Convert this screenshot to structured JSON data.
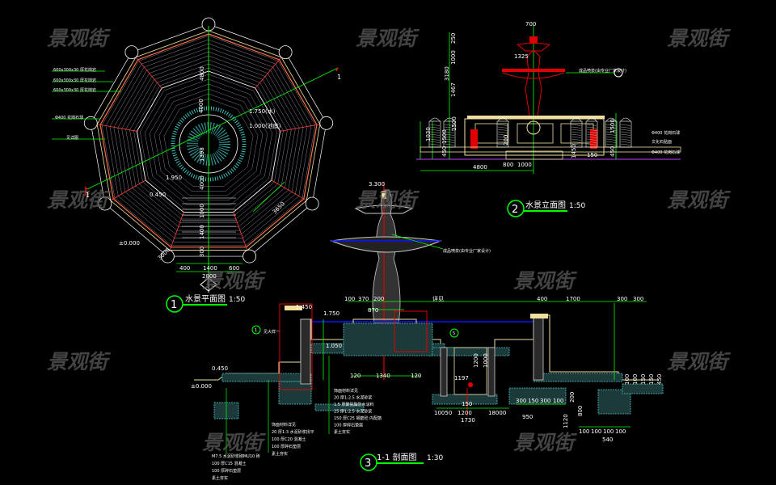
{
  "watermark": "景观街",
  "colors": {
    "background": "#000000",
    "dimension": "#00ff00",
    "outline": "#ffffff",
    "accent": "#ff2020",
    "water": "#1010ff",
    "paving": "#f0e0a0",
    "hatch": "#40c0c0"
  },
  "plan": {
    "title": "水景平面图",
    "scale": "1:50",
    "number": "1",
    "section_mark": "1",
    "notes": [
      "600x300x30 厚花岗岩",
      "600x300x30 厚花岗岩",
      "600x300x30 厚花岗岩",
      "Φ400 花岗石球",
      "见详图"
    ],
    "levels": [
      "1.750(水)",
      "1.000(池底)",
      "1.950",
      "0.450",
      "±0.000"
    ],
    "dims": [
      "4800",
      "1398",
      "4000",
      "1000",
      "4000",
      "1400",
      "300",
      "3650",
      "3000",
      "400",
      "1400",
      "600",
      "2800"
    ]
  },
  "elevation": {
    "title": "水景立面图",
    "scale": "1:50",
    "number": "2",
    "note": "成品喷泉(由专业厂家设计)",
    "side_notes": [
      "Φ400 花岗石球",
      "文化石贴面",
      "Φ400 花岗石球"
    ],
    "dims": [
      "700",
      "1325",
      "250",
      "1000",
      "3180",
      "1467",
      "1500",
      "1030",
      "1500",
      "450",
      "1500",
      "450",
      "200",
      "150",
      "4800",
      "800",
      "1000",
      "1450"
    ]
  },
  "section": {
    "title": "1-1 剖面图",
    "scale": "1:30",
    "number": "3",
    "levels": [
      "1.450",
      "1.750",
      "1.050",
      "0.450",
      "±0.000",
      "3.300"
    ],
    "top_dims": [
      "100",
      "370",
      "200",
      "870",
      "400",
      "1700",
      "300",
      "300",
      "详见"
    ],
    "bottom_dims": [
      "120",
      "1340",
      "120",
      "10050",
      "1200",
      "18000",
      "1730",
      "150",
      "300",
      "150",
      "300",
      "100",
      "950",
      "100",
      "100",
      "100",
      "100",
      "540",
      "1197",
      "1000",
      "1200",
      "1120",
      "800",
      "200",
      "100",
      "100",
      "150",
      "150",
      "450"
    ],
    "notes_left": [
      "M7.5 水泥砂浆砌MU10 砖",
      "100 厚C15 混凝土",
      "100 厚碎石垫层",
      "素土夯实"
    ],
    "notes_mid": [
      "饰面材料详见",
      "20 厚1:3 水泥砂浆找平",
      "100 厚C20 混凝土",
      "100 厚碎石垫层",
      "素土夯实"
    ],
    "notes_right": [
      "饰面材料详见",
      "20 厚1:2.5 水泥砂浆",
      "1.5 厚聚氨酯防水涂料",
      "25 厚1:2.5 水泥砂浆",
      "150 厚C25 钢筋砼 内配筋",
      "100 厚碎石垫层",
      "素土夯实"
    ],
    "pipe_label": "成品喷泉(由专业厂家设计)",
    "wall_label": "见大样一",
    "detail_marks": [
      "1",
      "5"
    ]
  }
}
